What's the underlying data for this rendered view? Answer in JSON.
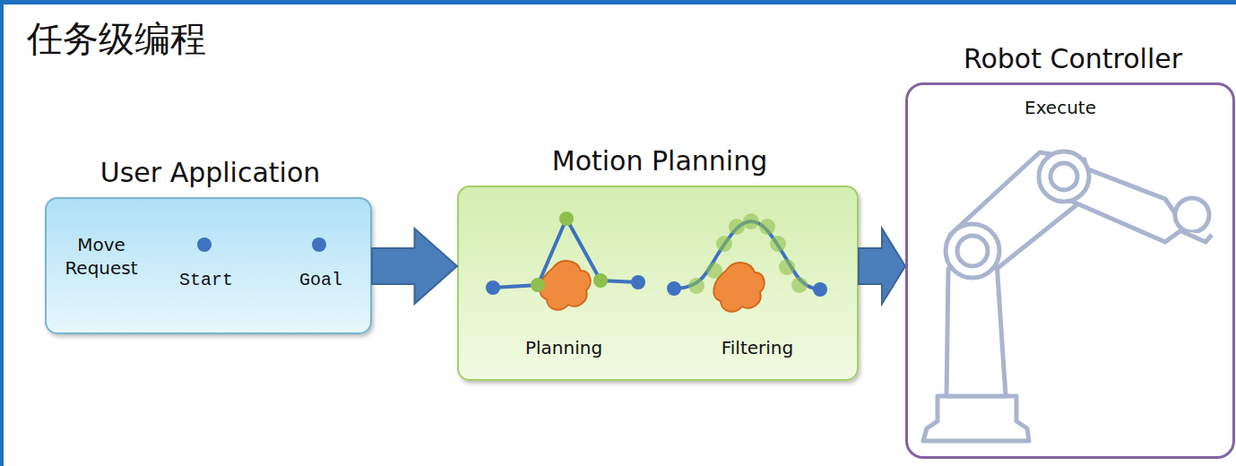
{
  "diagram": {
    "title": "任务级编程",
    "nodes": [
      {
        "text": [
          "User Application",
          "Move Request",
          "Start",
          "Goal"
        ]
      },
      {
        "text": [
          "Motion Planning",
          "Planning",
          "Filtering"
        ]
      },
      {
        "text": [
          "Robot Controller",
          "Execute"
        ]
      }
    ],
    "edges": [
      {
        "from": 0,
        "to": 1,
        "arrow": "to"
      },
      {
        "from": 1,
        "to": 2,
        "arrow": "to"
      }
    ]
  }
}
